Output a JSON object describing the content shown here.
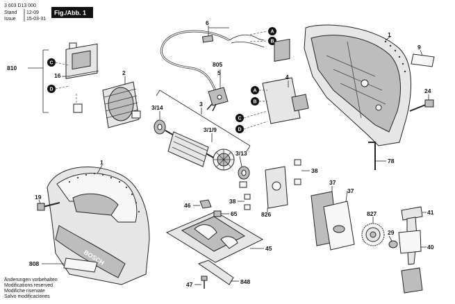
{
  "header": {
    "doc_number": "3 603 D13 000",
    "stand_label": "Stand",
    "stand_value": "12-09",
    "issue_label": "Issue",
    "issue_value": "15-03-31",
    "figure_badge": "Fig./Abb. 1"
  },
  "callouts": {
    "c1a": "1",
    "c1b": "1",
    "c2": "2",
    "c3": "3",
    "c3_1_9": "3/1/9",
    "c3_13": "3/13",
    "c3_14": "3/14",
    "c4": "4",
    "c5": "5",
    "c6": "6",
    "c9": "9",
    "c16": "16",
    "c19": "19",
    "c24": "24",
    "c29": "29",
    "c37a": "37",
    "c37b": "37",
    "c38a": "38",
    "c38b": "38",
    "c40": "40",
    "c41": "41",
    "c45": "45",
    "c46": "46",
    "c47": "47",
    "c65": "65",
    "c78": "78",
    "c805": "805",
    "c808": "808",
    "c810": "810",
    "c826": "826",
    "c827": "827",
    "c848": "848"
  },
  "markers": {
    "a1": "A",
    "b1": "B",
    "a2": "A",
    "b2": "B",
    "c1": "C",
    "d1": "D",
    "c2": "C",
    "d2": "D"
  },
  "housing_brand": "BOSCH",
  "footer_notes": [
    "Änderungen vorbehalten",
    "Modifications reserved",
    "Modifiche riservate",
    "Salvo modificaciones"
  ]
}
